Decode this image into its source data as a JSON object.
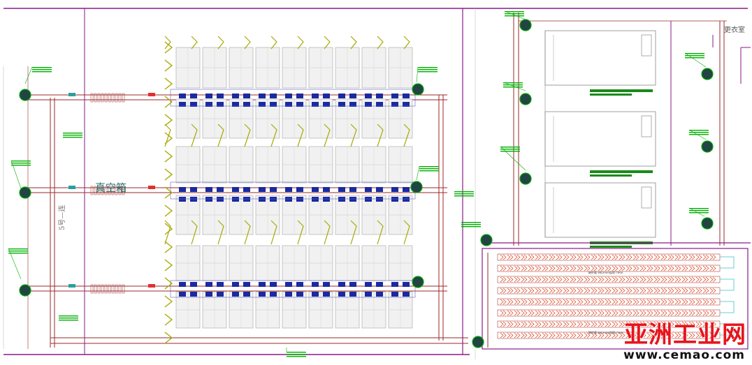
{
  "labels": {
    "vacuum_box": "真空箱",
    "changing_room": "更衣室",
    "side_mark": "5号—连",
    "line_label_1": "碳纤维 HK3000连续-7800",
    "line_label_2": "碳纤维 HK3000连续-7800"
  },
  "watermark": {
    "brand": "亚洲工业网",
    "url": "www.cemao.com"
  },
  "colors": {
    "frame": "#8a1a8a",
    "conveyor": "#9a2a2a",
    "module": "#b0b0b0",
    "blue_unit": "#1a2aa0",
    "yellow_bracket": "#a8a800",
    "annotation": "#00b000",
    "roller_red": "#e03a10"
  },
  "icons": [
    "drive-motor-icon",
    "roller-unit-icon"
  ]
}
